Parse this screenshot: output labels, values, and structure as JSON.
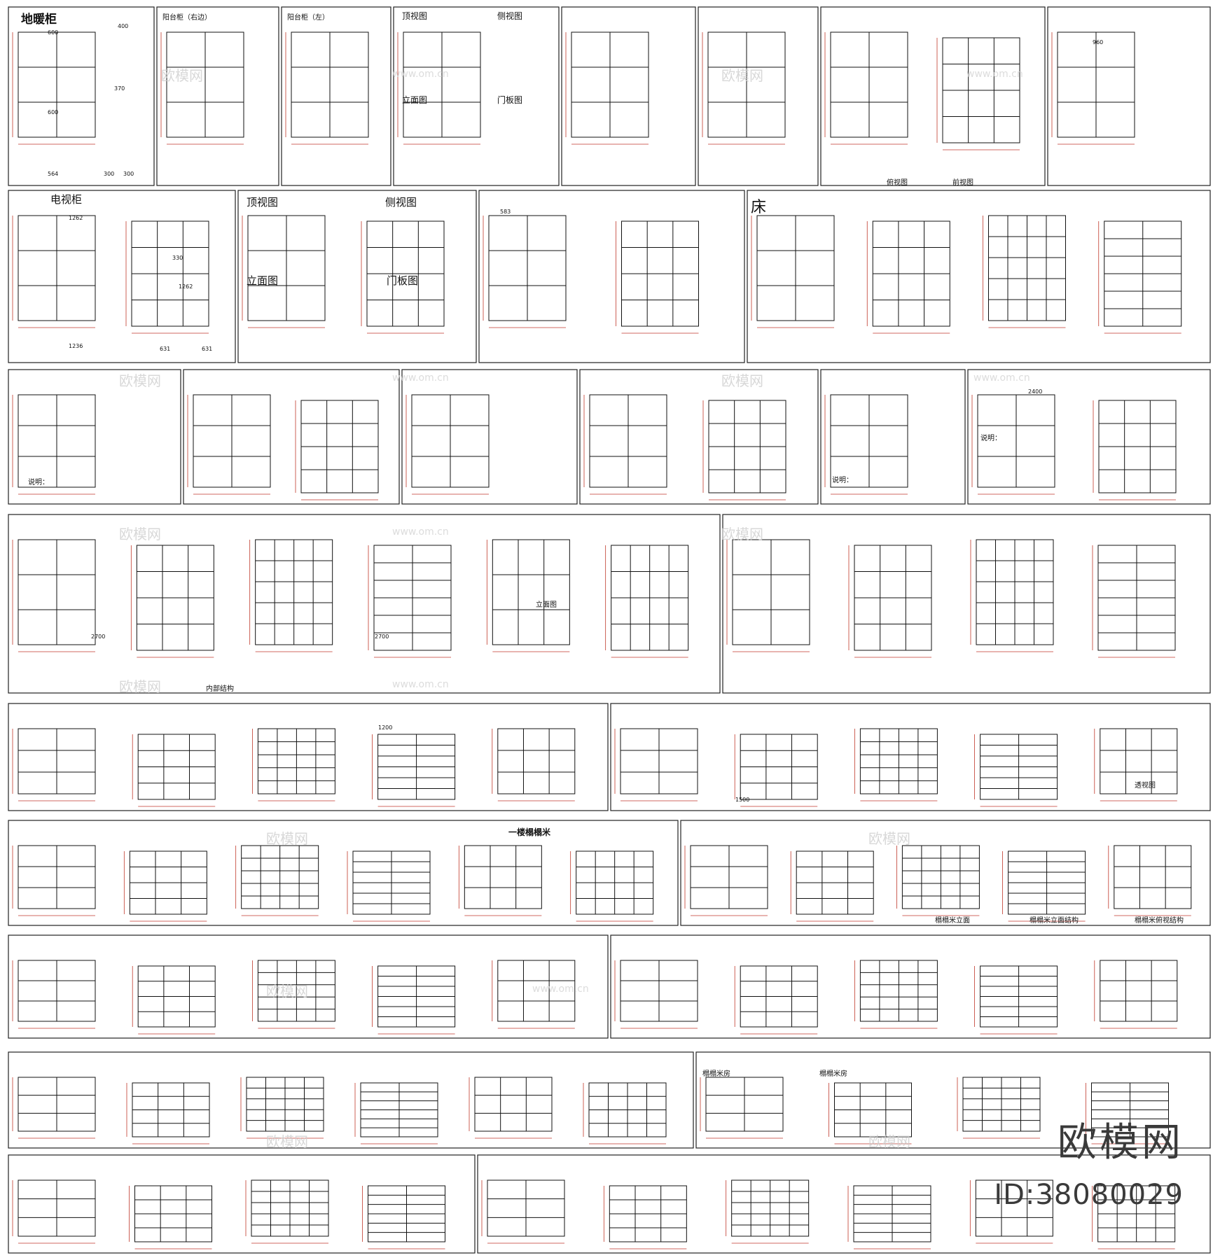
{
  "headings": {
    "floor_heating_cabinet": "地暖柜",
    "balcony_right": "阳台柜（右边）",
    "balcony_left": "阳台柜（左）",
    "top_view_1": "顶视图",
    "side_view_1": "侧视图",
    "elevation_1": "立面图",
    "door_panel_1": "门板图",
    "tv_cabinet": "电视柜",
    "top_view_2": "顶视图",
    "side_view_2": "侧视图",
    "elevation_2": "立面图",
    "door_panel_2": "门板图",
    "bed": "床",
    "tatami_title": "一楼榻榻米",
    "tatami_room_1": "榻榻米房",
    "tatami_room_2": "榻榻米房"
  },
  "notes": {
    "caption_1": "说明：",
    "caption_2": "说明：",
    "caption_3": "说明：",
    "frontview": "前视图",
    "topview": "俯视图",
    "internal": "内部结构",
    "elev": "立面图",
    "persp": "透视图",
    "tatami_elev": "榻榻米立面",
    "tatami_internal": "榻榻米立面结构",
    "tatami_top": "榻榻米俯视结构"
  },
  "dims": {
    "d600a": "600",
    "d600b": "600",
    "d400": "400",
    "d370": "370",
    "d564": "564",
    "d300a": "300",
    "d300b": "300",
    "d1262a": "1262",
    "d1262b": "1262",
    "d1236": "1236",
    "d631a": "631",
    "d631b": "631",
    "d330": "330",
    "d960": "960",
    "d583": "583",
    "d2700a": "2700",
    "d2700b": "2700",
    "d2400": "2400",
    "d1200": "1200",
    "d1500": "1500"
  },
  "watermarks": {
    "site": "欧模网",
    "url": "www.om.cn"
  },
  "brand": {
    "name": "欧模网",
    "id": "ID:38080029"
  }
}
